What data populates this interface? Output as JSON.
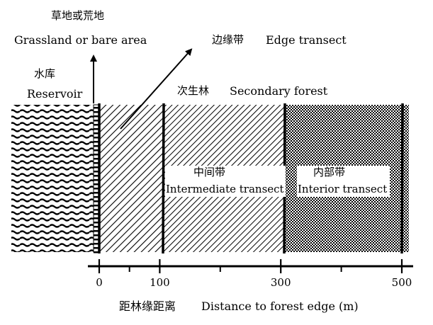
{
  "labels": {
    "grassland_cn": "草地或荒地",
    "grassland_en": "Grassland or bare area",
    "edge_cn": "边缘带",
    "edge_en": "Edge transect",
    "reservoir_cn": "水库",
    "reservoir_en": "Reservoir",
    "forest_cn": "次生林",
    "forest_en": "Secondary forest",
    "intermediate_cn": "中间带",
    "intermediate_en": "Intermediate transect",
    "interior_cn": "内部带",
    "interior_en": "Interior transect",
    "axis_cn": "距林缘距离",
    "axis_en": "Distance to forest edge (m)"
  },
  "axis": {
    "ticks": [
      {
        "value": 0,
        "label": "0"
      },
      {
        "value": 100,
        "label": "100"
      },
      {
        "value": 300,
        "label": "300"
      },
      {
        "value": 500,
        "label": "500"
      }
    ],
    "minor_ticks": [
      50,
      200,
      400
    ]
  }
}
